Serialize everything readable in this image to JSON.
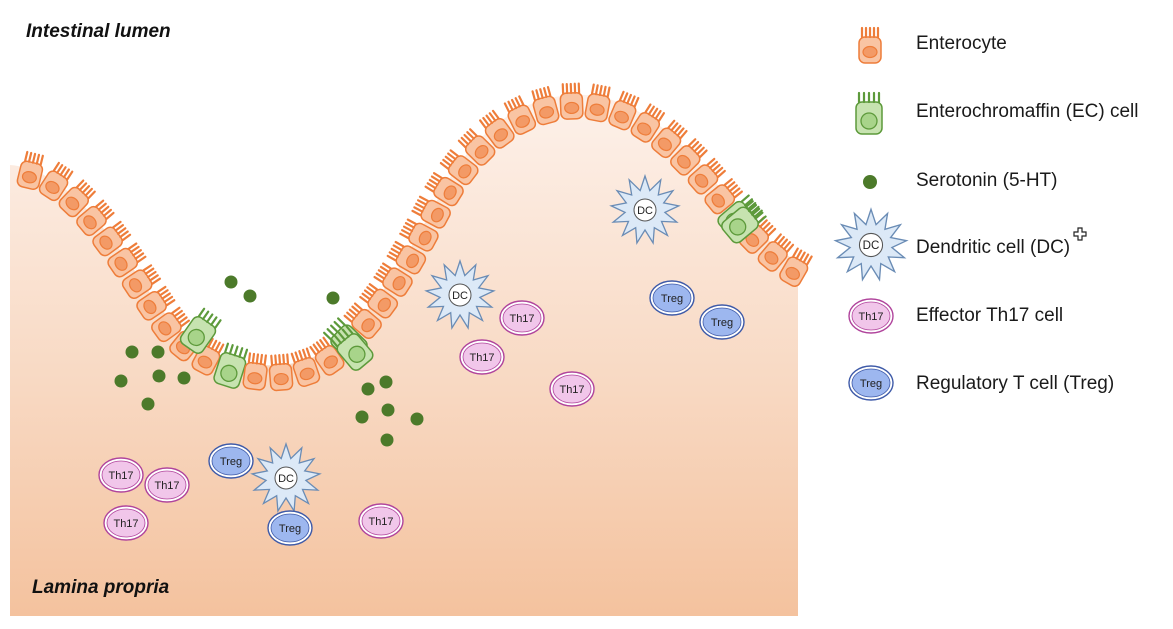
{
  "regions": {
    "top_label": "Intestinal lumen",
    "bottom_label": "Lamina propria"
  },
  "cell_labels": {
    "dc": "DC",
    "th17": "Th17",
    "treg": "Treg"
  },
  "legend": [
    {
      "icon": "enterocyte-icon",
      "label": "Enterocyte"
    },
    {
      "icon": "ec-cell-icon",
      "label": "Enterochromaffin (EC) cell"
    },
    {
      "icon": "serotonin-dot-icon",
      "label": "Serotonin (5-HT)"
    },
    {
      "icon": "dendritic-cell-icon",
      "label": "Dendritic cell (DC)"
    },
    {
      "icon": "th17-cell-icon",
      "label": "Effector Th17 cell"
    },
    {
      "icon": "treg-cell-icon",
      "label": "Regulatory T cell (Treg)"
    }
  ],
  "colors": {
    "enterocyte_fill": "#f9c4a3",
    "enterocyte_stroke": "#ee7d3a",
    "ec_fill": "#c7e3b0",
    "ec_stroke": "#5d9a3b",
    "serotonin": "#4c7a2a",
    "dc_fill": "#dce9f7",
    "dc_stroke": "#6a8cb5",
    "th17_fill": "#f1c6ea",
    "th17_stroke": "#b0449c",
    "treg_fill": "#9db7ef",
    "treg_stroke": "#3e5aa8"
  }
}
